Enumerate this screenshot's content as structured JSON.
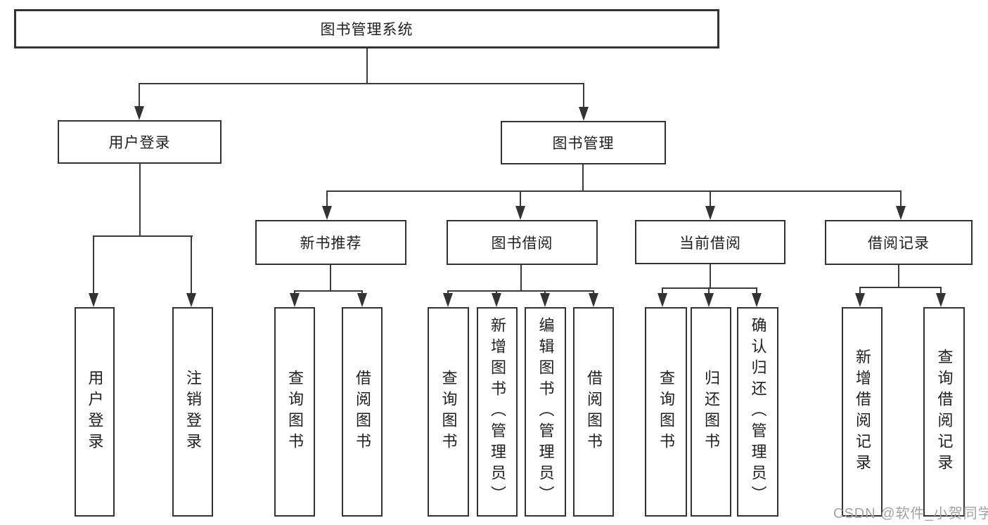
{
  "diagram": {
    "title_node": "图书管理系统",
    "level2": {
      "user_login": "用户登录",
      "book_management": "图书管理"
    },
    "user_login_children": [
      "用户登录",
      "注销登录"
    ],
    "modules": [
      "新书推荐",
      "图书借阅",
      "当前借阅",
      "借阅记录"
    ],
    "new_book_children": [
      "查询图书",
      "借阅图书"
    ],
    "book_borrow_children": [
      "查询图书",
      "新增图书（管理员）",
      "编辑图书（管理员）",
      "借阅图书"
    ],
    "current_borrow_children": [
      "查询图书",
      "归还图书",
      "确认归还（管理员）"
    ],
    "borrow_record_children": [
      "新增借阅记录",
      "查询借阅记录"
    ],
    "watermark": "CSDN @软件_小贺同学",
    "colors": {
      "line": "#3a3a3a",
      "border": "#333333",
      "text": "#1f1f1f",
      "watermark": "#a3a3a3",
      "background": "#ffffff"
    }
  }
}
